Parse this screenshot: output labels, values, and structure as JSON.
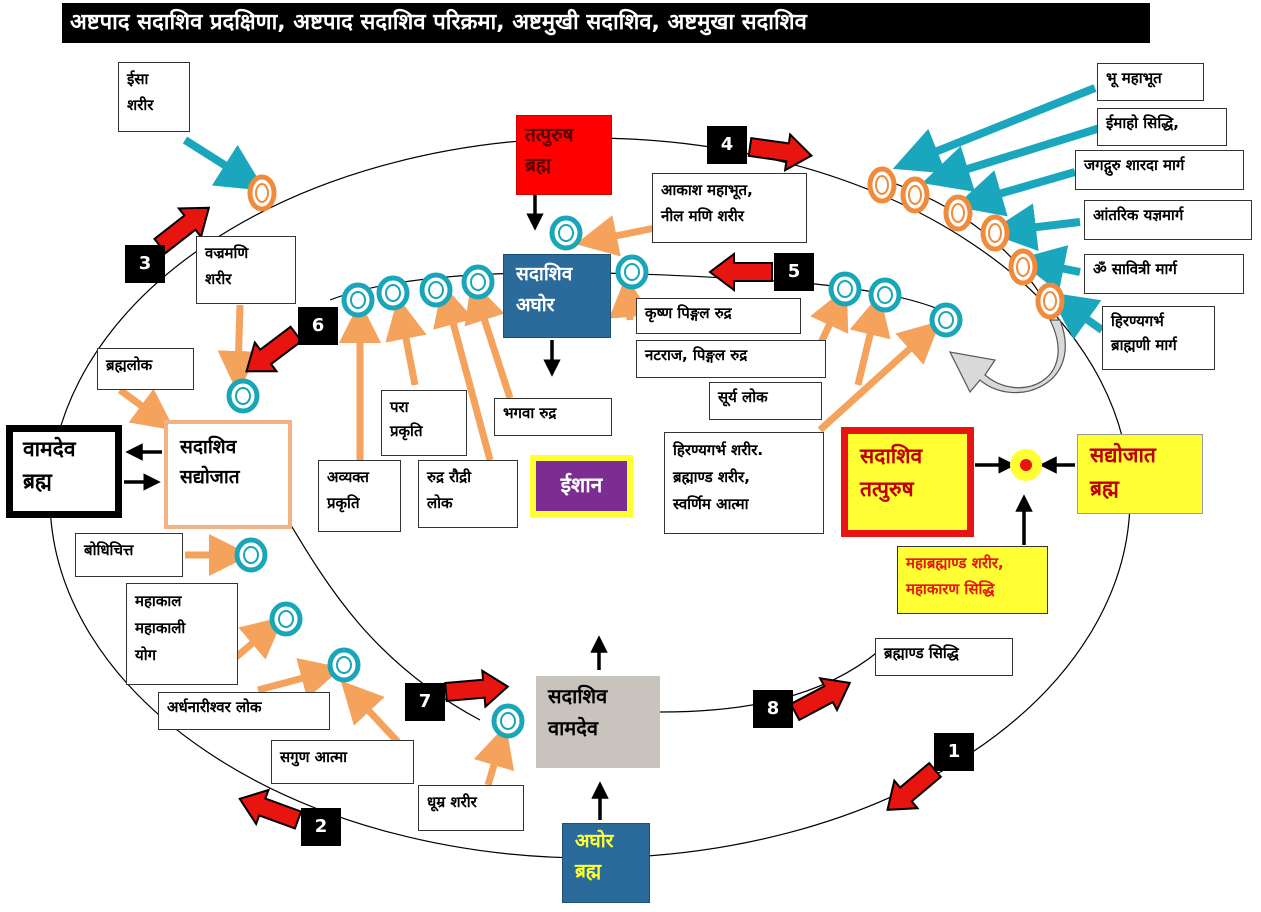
{
  "title": "अष्टपाद सदाशिव प्रदक्षिणा, अष्टपाद सदाशिव परिक्रमा, अष्टमुखी सदाशिव, अष्टमुखा सदाशिव",
  "nodes": {
    "isa_sharir": [
      "ईसा",
      "शरीर"
    ],
    "tatpurush_brahma": [
      "तत्पुरुष",
      "ब्रह्म"
    ],
    "akash_mahabhut": [
      "आकाश महाभूत,",
      "नील मणि शरीर"
    ],
    "bhu_mahabhut": "भू महाभूत",
    "aimaho_siddhi": "ईमाहो सिद्धि,",
    "jagadguru_marg": "जगद्गुरु शारदा मार्ग",
    "antarik_yagya": "आंतरिक यज्ञमार्ग",
    "om_savitri": "ॐ सावित्री मार्ग",
    "hiranyagarbh_marg": [
      "हिरण्यगर्भ",
      "ब्राह्मणी मार्ग"
    ],
    "vajramani": [
      "वज्रमणि",
      "शरीर"
    ],
    "sadashiv_aghor": [
      "सदाशिव",
      "अघोर"
    ],
    "krishna_pingal": "कृष्ण पिङ्गल रुद्र",
    "nataraj_pingal": "नटराज, पिङ्गल रुद्र",
    "surya_lok": "सूर्य लोक",
    "brahmalok": "ब्रह्मलोक",
    "para_prakriti": [
      "परा",
      "प्रकृति"
    ],
    "bhagva_rudra": "भगवा रुद्र",
    "vamdev_brahma": [
      "वामदेव",
      "ब्रह्म"
    ],
    "sadashiv_sadyojat": [
      "सदाशिव",
      "सद्योजात"
    ],
    "avyakt_prakriti": [
      "अव्यक्त",
      "प्रकृति"
    ],
    "rudra_raudri": [
      "रुद्र रौद्री",
      "लोक"
    ],
    "ishan": "ईशान",
    "hiranyagarbh_sharir": [
      "हिरण्यगर्भ शरीर.",
      "ब्रह्माण्ड शरीर,",
      "स्वर्णिम आत्मा"
    ],
    "sadashiv_tatpurush": [
      "सदाशिव",
      "तत्पुरुष"
    ],
    "sadyojat_brahma": [
      "सद्योजात",
      "ब्रह्म"
    ],
    "mahabrahmand": [
      "महाब्रह्माण्ड शरीर,",
      "महाकारण सिद्धि"
    ],
    "bodhichitt": "बोधिचित्त",
    "mahakal": [
      "महाकाल",
      "महाकाली",
      "योग"
    ],
    "brahmand_siddhi": "ब्रह्माण्ड सिद्धि",
    "ardhanarishwar": "अर्धनारीश्वर लोक",
    "sadashiv_vamdev": [
      "सदाशिव",
      "वामदेव"
    ],
    "sagun_atma": "सगुण आत्मा",
    "dhumra_sharir": "धूम्र शरीर",
    "aghor_brahma": [
      "अघोर",
      "ब्रह्म"
    ]
  },
  "steps": [
    "1",
    "2",
    "3",
    "4",
    "5",
    "6",
    "7",
    "8"
  ],
  "colors": {
    "title_bg": "#000000",
    "teal_ring": "#19a6b8",
    "orange_ring": "#f08b3c",
    "orange_arrow": "#f5a25d",
    "teal_arrow": "#1aa7bd",
    "red_arrow": "#e8140f",
    "tatpurush_bg": "#ff0000",
    "aghor_bg": "#2a6b9b",
    "ishan_bg": "#7b2d91",
    "yellow_bg": "#ffff33",
    "vamdev_bg": "#c8c4bd",
    "sadyojat_border": "#f4b183"
  }
}
